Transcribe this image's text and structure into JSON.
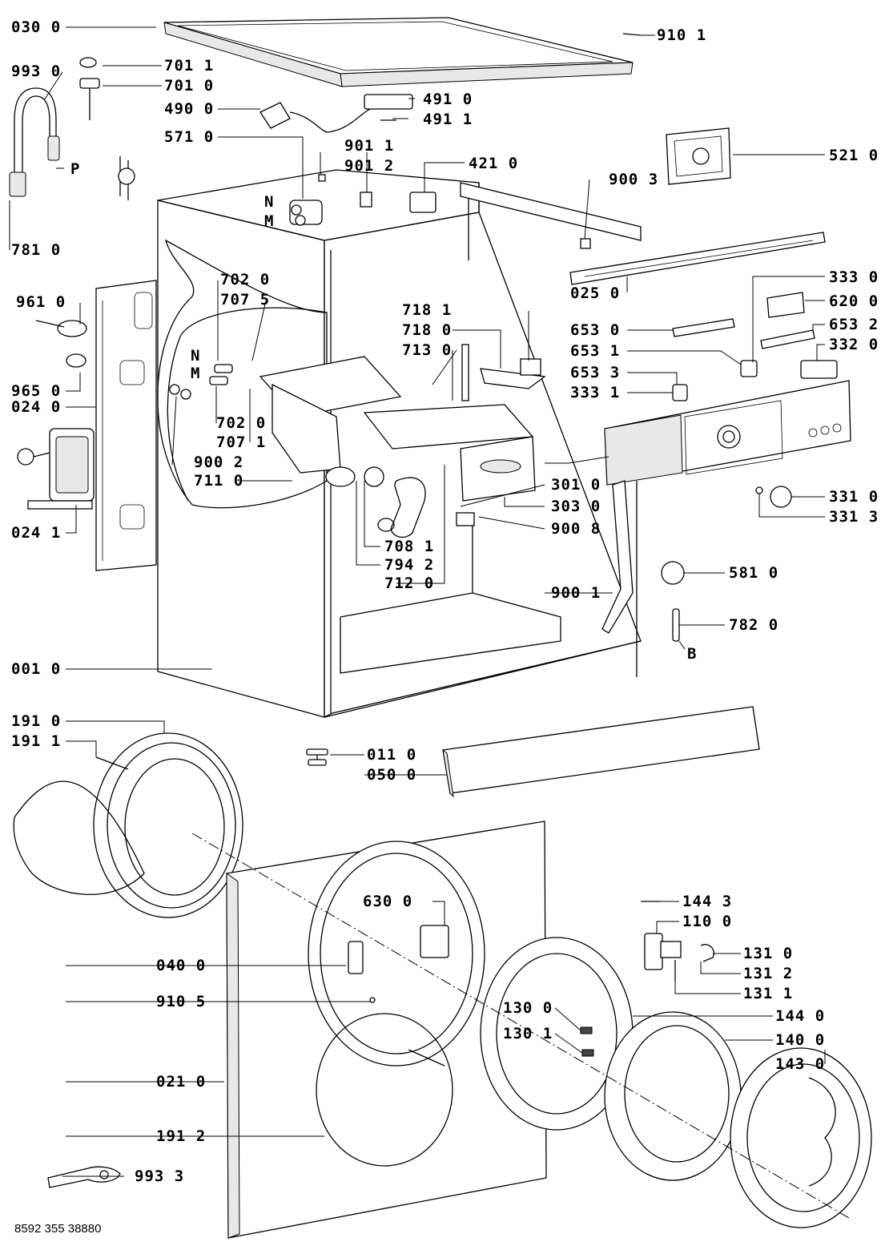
{
  "document_number": "8592 355 38880",
  "part_labels": [
    "030 0",
    "910 1",
    "993 0",
    "701 1",
    "701 0",
    "490 0",
    "491 0",
    "491 1",
    "571 0",
    "901 1",
    "901 2",
    "421 0",
    "521 0",
    "900 3",
    "781 0",
    "702 0",
    "707 5",
    "961 0",
    "333 0",
    "620 0",
    "025 0",
    "718 1",
    "718 0",
    "713 0",
    "653 0",
    "653 2",
    "653 1",
    "332 0",
    "653 3",
    "333 1",
    "965 0",
    "024 0",
    "702 0",
    "707 1",
    "900 2",
    "711 0",
    "301 0",
    "331 0",
    "303 0",
    "331 3",
    "024 1",
    "708 1",
    "900 8",
    "794 2",
    "712 0",
    "581 0",
    "900 1",
    "782 0",
    "001 0",
    "191 0",
    "191 1",
    "011 0",
    "050 0",
    "144 3",
    "630 0",
    "110 0",
    "040 0",
    "131 0",
    "131 2",
    "910 5",
    "131 1",
    "130 0",
    "144 0",
    "130 1",
    "140 0",
    "143 0",
    "021 0",
    "191 2",
    "993 3"
  ],
  "letter_labels": [
    "P",
    "N",
    "M",
    "N",
    "M",
    "B"
  ]
}
